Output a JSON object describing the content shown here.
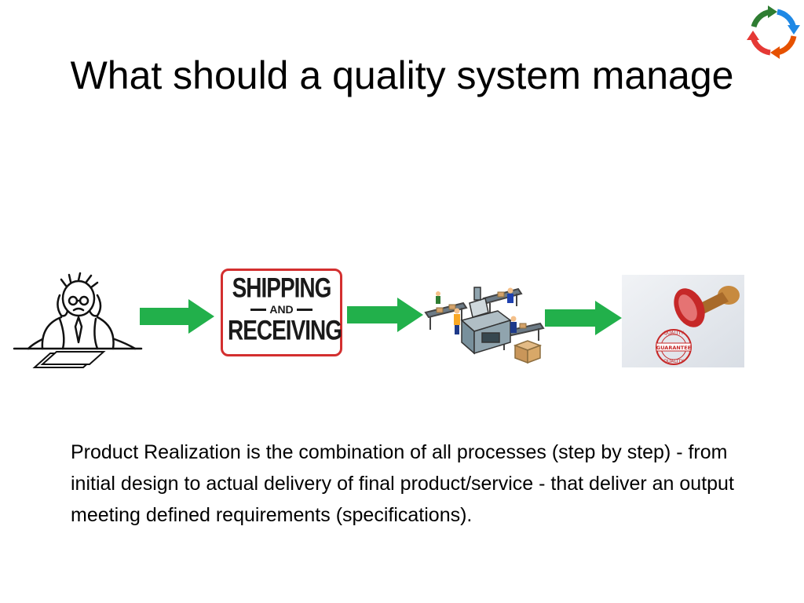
{
  "slide": {
    "title": "What should a quality system manage",
    "caption": "Product Realization is the combination of all processes (step by step) - from initial design to actual delivery of final product/service - that deliver an output meeting defined requirements  (specifications)."
  },
  "flow": {
    "sign": {
      "line1": "SHIPPING",
      "line2": "AND",
      "line3": "RECEIVING"
    },
    "stamp_words": {
      "top": "QUALITY",
      "middle": "GUARANTEE",
      "bottom": "QUALITY"
    },
    "colors": {
      "arrow": "#22b04b",
      "sign_border": "#d32f2f",
      "stamp_red": "#c62828"
    },
    "icons": [
      "stressed-person-icon",
      "shipping-receiving-sign",
      "factory-conveyor-icon",
      "quality-stamp-icon"
    ]
  },
  "logo": {
    "colors": [
      "#2e7d32",
      "#1e88e5",
      "#e65100",
      "#e53935"
    ]
  }
}
